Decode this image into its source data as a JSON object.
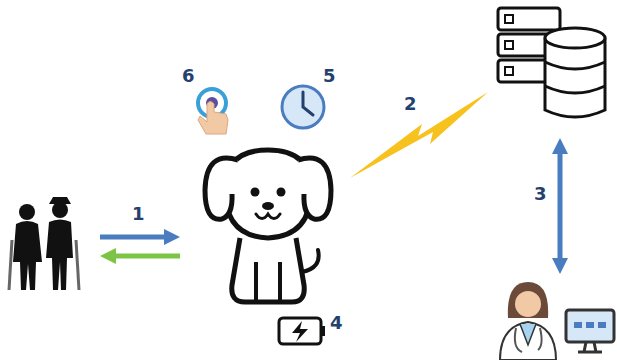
{
  "diagram": {
    "labels": [
      "6",
      "5",
      "2",
      "3",
      "1",
      "4"
    ]
  }
}
